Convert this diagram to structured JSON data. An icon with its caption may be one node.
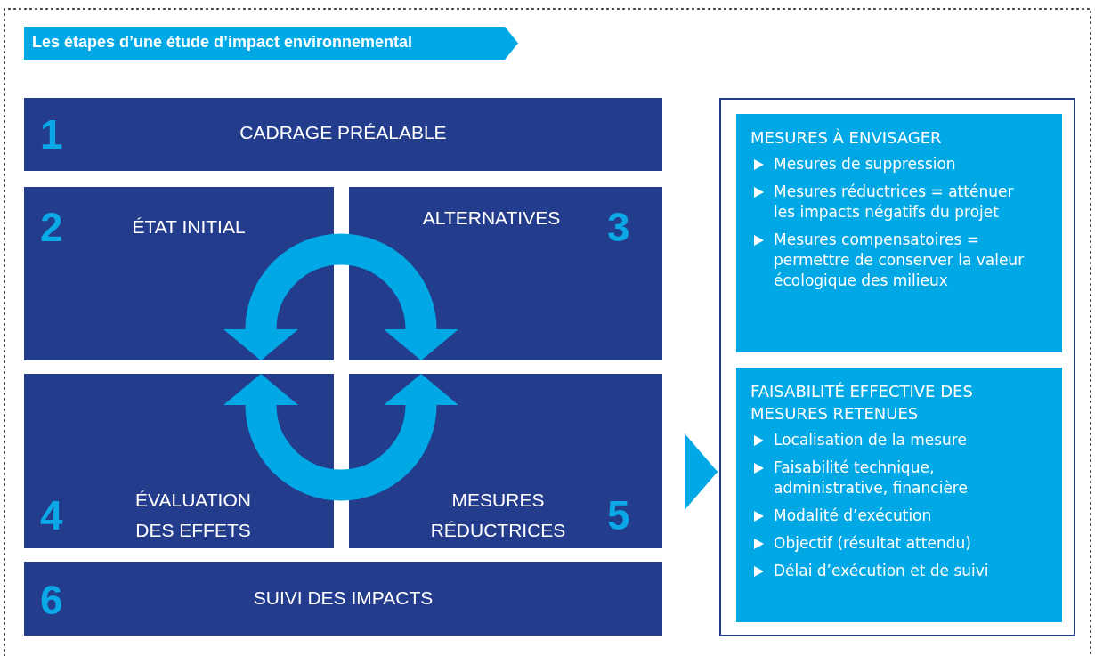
{
  "diagram": {
    "title": "Les étapes d’une étude d’impact environnemental",
    "nodes": [
      {
        "text": [
          "1",
          "CADRAGE PRÉALABLE"
        ]
      },
      {
        "text": [
          "2",
          "ÉTAT INITIAL"
        ]
      },
      {
        "text": [
          "ALTERNATIVES",
          "3"
        ]
      },
      {
        "text": [
          "4",
          "ÉVALUATION DES EFFETS"
        ]
      },
      {
        "text": [
          "MESURES RÉDUCTRICES",
          "5"
        ]
      },
      {
        "text": [
          "6",
          "SUIVI DES IMPACTS"
        ]
      },
      {
        "text": [],
        "shape": "box"
      },
      {
        "text": [
          "MESURES À ENVISAGER",
          "Mesures de suppression",
          "Mesures réductrices = atténuer les impacts négatifs du projet",
          "Mesures compensatoires = permettre de conserver la valeur écologique des milieux"
        ],
        "in": 6
      },
      {
        "text": [
          "FAISABILITÉ EFFECTIVE DES MESURES RETENUES",
          "Localisation de la mesure",
          "Faisabilité technique, administrative, financière",
          "Modalité d’exécution",
          "Objectif (résultat attendu)",
          "Délai d’exécution et de suivi"
        ],
        "in": 6
      }
    ],
    "edges": [
      {
        "from": 1,
        "to": 2,
        "arrow": "both"
      },
      {
        "from": 3,
        "to": 4,
        "arrow": "both"
      },
      {
        "from": null,
        "to": 6,
        "arrow": "to"
      }
    ]
  }
}
